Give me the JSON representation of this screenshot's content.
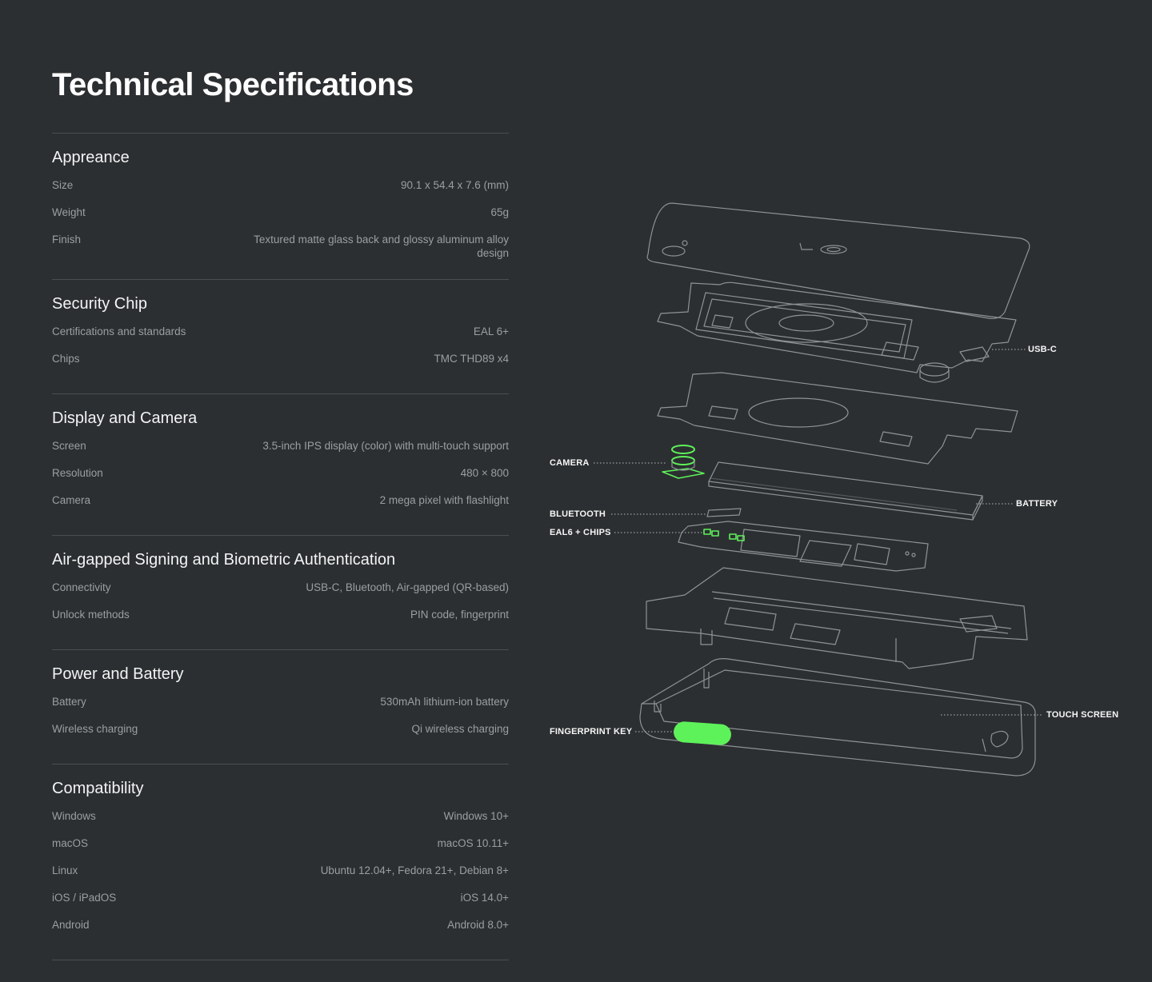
{
  "title": "Technical Specifications",
  "sections": [
    {
      "heading": "Appreance",
      "rows": [
        {
          "key": "Size",
          "value": "90.1 x 54.4 x 7.6 (mm)"
        },
        {
          "key": "Weight",
          "value": "65g"
        },
        {
          "key": "Finish",
          "value": "Textured matte glass back and glossy aluminum alloy design"
        }
      ]
    },
    {
      "heading": "Security Chip",
      "rows": [
        {
          "key": "Certifications and standards",
          "value": "EAL 6+"
        },
        {
          "key": "Chips",
          "value": "TMC THD89 x4"
        }
      ]
    },
    {
      "heading": "Display and Camera",
      "rows": [
        {
          "key": "Screen",
          "value": "3.5-inch IPS display (color) with multi-touch support"
        },
        {
          "key": "Resolution",
          "value": "480 × 800"
        },
        {
          "key": "Camera",
          "value": "2 mega pixel with flashlight"
        }
      ]
    },
    {
      "heading": "Air-gapped Signing and Biometric Authentication",
      "rows": [
        {
          "key": "Connectivity",
          "value": "USB-C, Bluetooth, Air-gapped (QR-based)"
        },
        {
          "key": "Unlock methods",
          "value": "PIN code, fingerprint"
        }
      ]
    },
    {
      "heading": "Power and Battery",
      "rows": [
        {
          "key": "Battery",
          "value": "530mAh lithium-ion battery"
        },
        {
          "key": "Wireless charging",
          "value": "Qi wireless charging"
        }
      ]
    },
    {
      "heading": "Compatibility",
      "rows": [
        {
          "key": "Windows",
          "value": "Windows 10+"
        },
        {
          "key": "macOS",
          "value": "macOS 10.11+"
        },
        {
          "key": "Linux",
          "value": "Ubuntu 12.04+, Fedora 21+, Debian 8+"
        },
        {
          "key": "iOS / iPadOS",
          "value": "iOS 14.0+"
        },
        {
          "key": "Android",
          "value": "Android 8.0+"
        }
      ]
    }
  ],
  "diagram": {
    "labels": {
      "usbc": "USB-C",
      "camera": "CAMERA",
      "battery": "BATTERY",
      "bluetooth": "BLUETOOTH",
      "chips": "EAL6 + CHIPS",
      "touch_screen": "TOUCH SCREEN",
      "fingerprint": "FINGERPRINT KEY"
    },
    "colors": {
      "line": "#8e9397",
      "accent": "#5ef25a",
      "background": "#2c2f31"
    }
  }
}
